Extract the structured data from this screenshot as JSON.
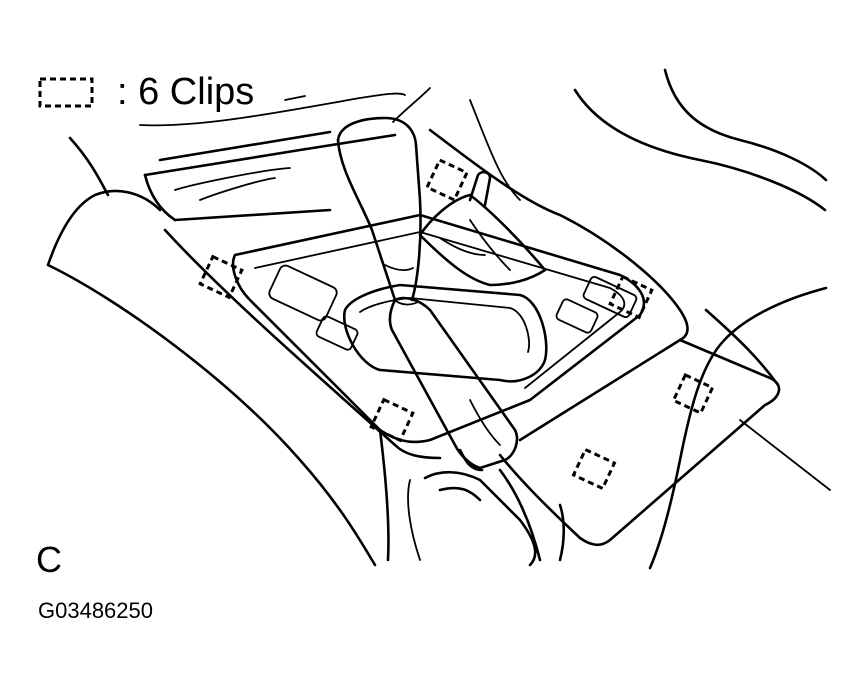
{
  "legend": {
    "symbol_icon": "dashed-square-clip-icon",
    "label": ": 6 Clips"
  },
  "view_label": "C",
  "figure_code": "G03486250"
}
